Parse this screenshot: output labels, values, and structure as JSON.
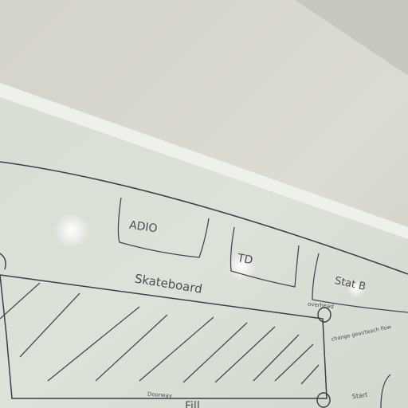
{
  "whiteboard": {
    "frames": [
      {
        "label": "ADIO"
      },
      {
        "label": "TD"
      },
      {
        "label": "Stat B"
      }
    ],
    "skateboard_label": "Skateboard",
    "annotations": {
      "top_right": "overhead",
      "side_note": "change gear/teach flow",
      "bottom_left": "Doorway",
      "bottom_right": "Start",
      "bottom_partial": "Fill"
    }
  },
  "colors": {
    "ceiling": "#dcdbd2",
    "whiteboard": "#d7ddd3",
    "marker": "#3b3f48"
  }
}
